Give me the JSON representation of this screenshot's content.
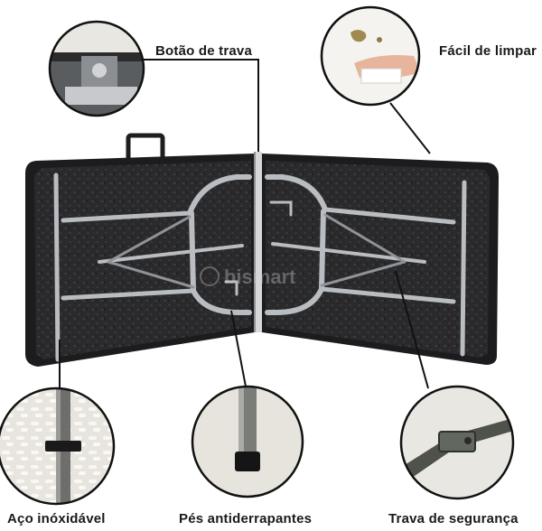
{
  "labels": {
    "lock_button": "Botão de trava",
    "easy_clean": "Fácil de limpar",
    "stainless_steel": "Aço inóxidável",
    "nonslip_feet": "Pés antiderrapantes",
    "safety_lock": "Trava de segurança"
  },
  "watermark": "bismart",
  "colors": {
    "table_top": "#2b2b2d",
    "frame_steel": "#b9bcc0",
    "callout_border": "#111111",
    "background": "#ffffff"
  }
}
